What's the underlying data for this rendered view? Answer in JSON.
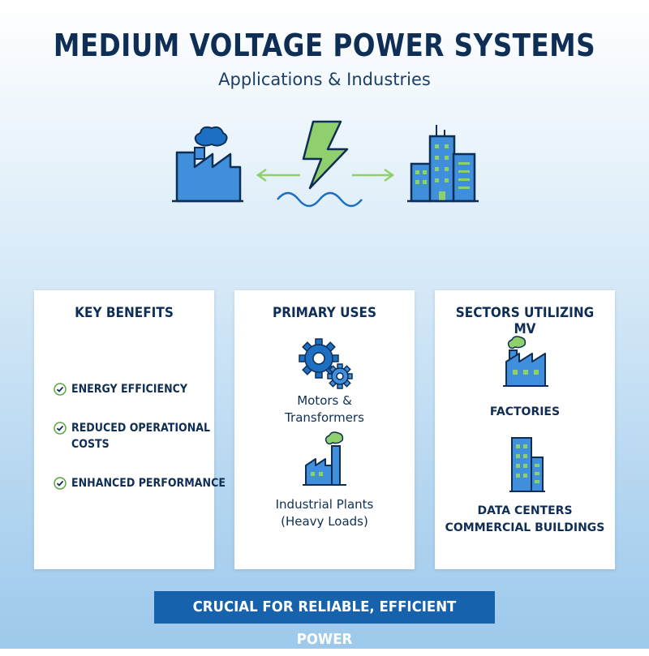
{
  "header": {
    "title": "MEDIUM VOLTAGE POWER SYSTEMS",
    "subtitle": "Applications & Industries"
  },
  "hero": {
    "icons": [
      "factory-icon",
      "lightning-bolt-icon",
      "wave-icon",
      "city-buildings-icon",
      "left-arrow-icon",
      "right-arrow-icon"
    ]
  },
  "cards": {
    "benefits": {
      "title": "KEY BENEFITS",
      "items": [
        [
          "ENERGY EFFICIENCY"
        ],
        [
          "REDUCED OPERATIONAL",
          "COSTS"
        ],
        [
          "ENHANCED PERFORMANCE"
        ]
      ]
    },
    "uses": {
      "title": "PRIMARY USES",
      "items": [
        {
          "icon": "gears-icon",
          "lines": [
            "Motors &",
            "Transformers"
          ]
        },
        {
          "icon": "industrial-plant-icon",
          "lines": [
            "Industrial Plants",
            "(Heavy Loads)"
          ]
        }
      ]
    },
    "sectors": {
      "title": "SECTORS UTILIZING MV",
      "items": [
        {
          "icon": "factory-icon",
          "lines": [
            "FACTORIES"
          ]
        },
        {
          "icon": "office-building-icon",
          "lines": [
            "DATA CENTERS",
            "COMMERCIAL BUILDINGS"
          ]
        }
      ]
    }
  },
  "footer": {
    "text": "CRUCIAL FOR RELIABLE, EFFICIENT POWER"
  },
  "colors": {
    "navy": "#0f2e55",
    "blue": "#3f8fdc",
    "green": "#8fcf6e",
    "footer_bg": "#1662ad"
  }
}
